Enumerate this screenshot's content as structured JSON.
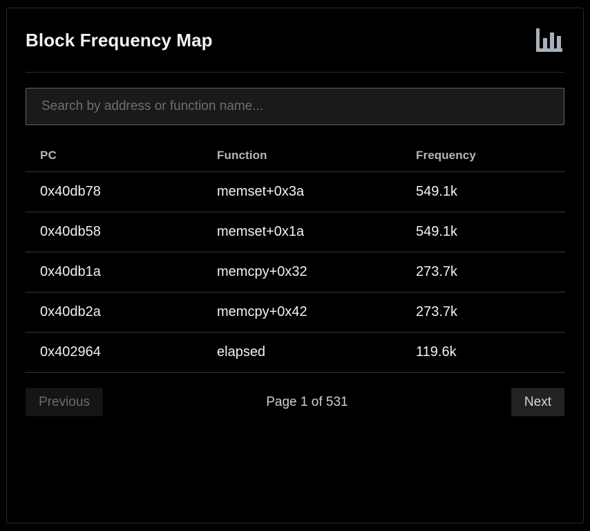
{
  "card": {
    "title": "Block Frequency Map",
    "icon": "bar-chart-icon"
  },
  "search": {
    "placeholder": "Search by address or function name...",
    "value": ""
  },
  "table": {
    "columns": [
      "PC",
      "Function",
      "Frequency"
    ],
    "rows": [
      {
        "pc": "0x40db78",
        "function": "memset+0x3a",
        "frequency": "549.1k"
      },
      {
        "pc": "0x40db58",
        "function": "memset+0x1a",
        "frequency": "549.1k"
      },
      {
        "pc": "0x40db1a",
        "function": "memcpy+0x32",
        "frequency": "273.7k"
      },
      {
        "pc": "0x40db2a",
        "function": "memcpy+0x42",
        "frequency": "273.7k"
      },
      {
        "pc": "0x402964",
        "function": "elapsed",
        "frequency": "119.6k"
      }
    ]
  },
  "pagination": {
    "previous_label": "Previous",
    "next_label": "Next",
    "status": "Page 1 of 531",
    "current_page": 1,
    "total_pages": 531,
    "previous_enabled": false,
    "next_enabled": true
  },
  "colors": {
    "background": "#000000",
    "card_border": "#2b2b2b",
    "divider": "#3a3a3a",
    "input_border": "#5c6673",
    "input_background": "#1a1a1a",
    "text_primary": "#f2f2f2",
    "text_muted": "#b5b5b5",
    "icon": "#a8b0bb"
  }
}
